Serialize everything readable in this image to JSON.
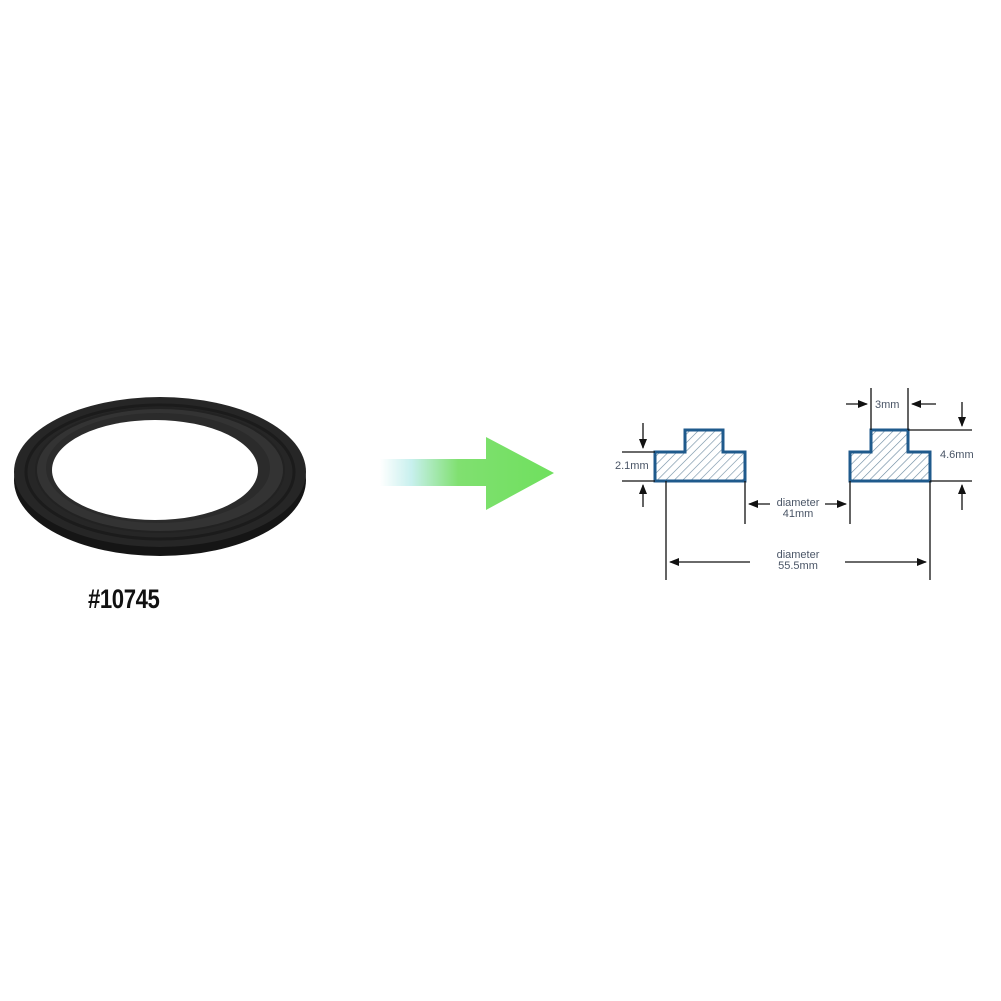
{
  "product": {
    "part_number": "#10745",
    "image": "black-rubber-gasket-ring-icon"
  },
  "arrow": {
    "direction": "right",
    "color_start": "#c8eef0",
    "color_end": "#6fe05e"
  },
  "diagram": {
    "outline_color": "#1f5a8c",
    "hatch_color": "#6b8aa0",
    "line_color": "#111111",
    "text_color": "#4a5566",
    "dimensions": {
      "lip_height": "2.1mm",
      "tab_width": "3mm",
      "total_height": "4.6mm",
      "inner_diameter_label": "diameter",
      "inner_diameter_value": "41mm",
      "outer_diameter_label": "diameter",
      "outer_diameter_value": "55.5mm"
    }
  }
}
